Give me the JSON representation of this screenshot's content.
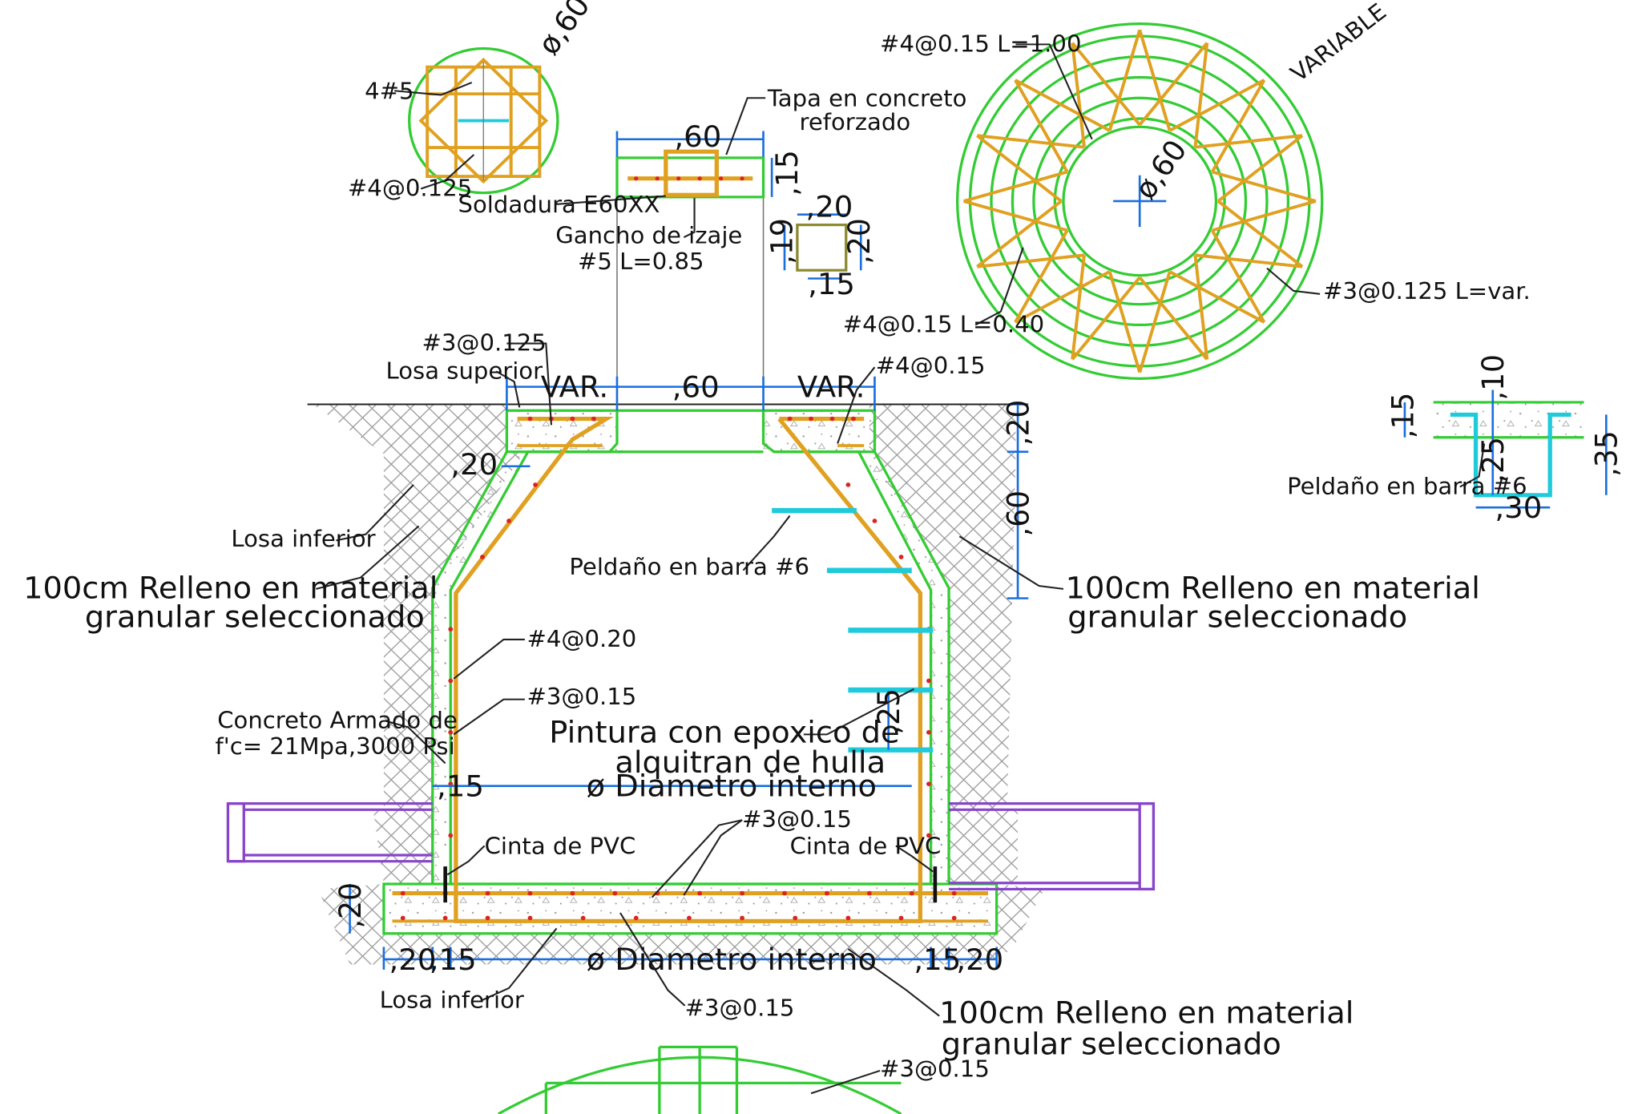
{
  "colors": {
    "concrete_outline": "#33cc33",
    "rebar": "#e0a020",
    "step_bar": "#1fcadb",
    "dimension": "#1a6fe0",
    "pipe": "#8844cc",
    "leader": "#222222",
    "rebar_dot": "#dd2222"
  },
  "top_left_detail": {
    "diameter": "ø,60",
    "bars": "4#5",
    "stirrups": "#4@0.125"
  },
  "lid": {
    "title_line1": "Tapa en concreto",
    "title_line2": "reforzado",
    "width": ",60",
    "thickness": ",15",
    "weld": "Soldadura E60XX",
    "hook_line1": "Gancho de izaje",
    "hook_line2": "#5 L=0.85"
  },
  "hook_detail": {
    "top": ",20",
    "left": ",19",
    "right": ",20",
    "bottom": ",15"
  },
  "ring_detail": {
    "radial_bars": "#4@0.15 L=1.00",
    "outer": "VARIABLE",
    "inner_diameter": "ø,60",
    "ring_bars": "#3@0.125 L=var.",
    "short_bars": "#4@0.15 L=0.40"
  },
  "step_detail": {
    "slab": ",15",
    "cover": ",10",
    "depth": ",25",
    "total": ",35",
    "width": ",30",
    "label": "Peldaño en barra #6"
  },
  "section": {
    "top_rebar": "#3@0.125",
    "top_slab": "Losa superior",
    "var_left": "VAR.",
    "opening": ",60",
    "var_right": "VAR.",
    "top_rebar_right": "#4@0.15",
    "slab_thickness": ",20",
    "cone_height": ",60",
    "slab_ledge": ",20",
    "lower_slab_left": "Losa inferior",
    "fill_left_line1": "100cm Relleno en material",
    "fill_left_line2": "granular seleccionado",
    "fill_right_line1": "100cm Relleno en material",
    "fill_right_line2": "granular seleccionado",
    "step_label": "Peldaño en barra #6",
    "wall_vertical": "#4@0.20",
    "wall_horizontal": "#3@0.15",
    "concrete_line1": "Concreto Armado de",
    "concrete_line2": "f'c= 21Mpa,3000 Psi",
    "epoxy_line1": "Pintura con epoxico de",
    "epoxy_line2": "alquitran de hulla",
    "step_spacing": ",25",
    "wall_thickness": ",15",
    "inner_diameter": "ø Diametro interno",
    "base_rebar": "#3@0.15",
    "pvc_left": "Cinta de PVC",
    "pvc_right": "Cinta de PVC",
    "base_thickness": ",20",
    "base_left_ext": ",20",
    "base_left_wall": ",15",
    "base_inner": "ø Diametro interno",
    "base_right_wall": ",15",
    "base_right_ext": ",20",
    "base_slab": "Losa inferior",
    "base_bottom_rebar": "#3@0.15",
    "fill_bottom_line1": "100cm Relleno en material",
    "fill_bottom_line2": "granular seleccionado"
  },
  "bottom_detail": {
    "rebar": "#3@0.15"
  }
}
